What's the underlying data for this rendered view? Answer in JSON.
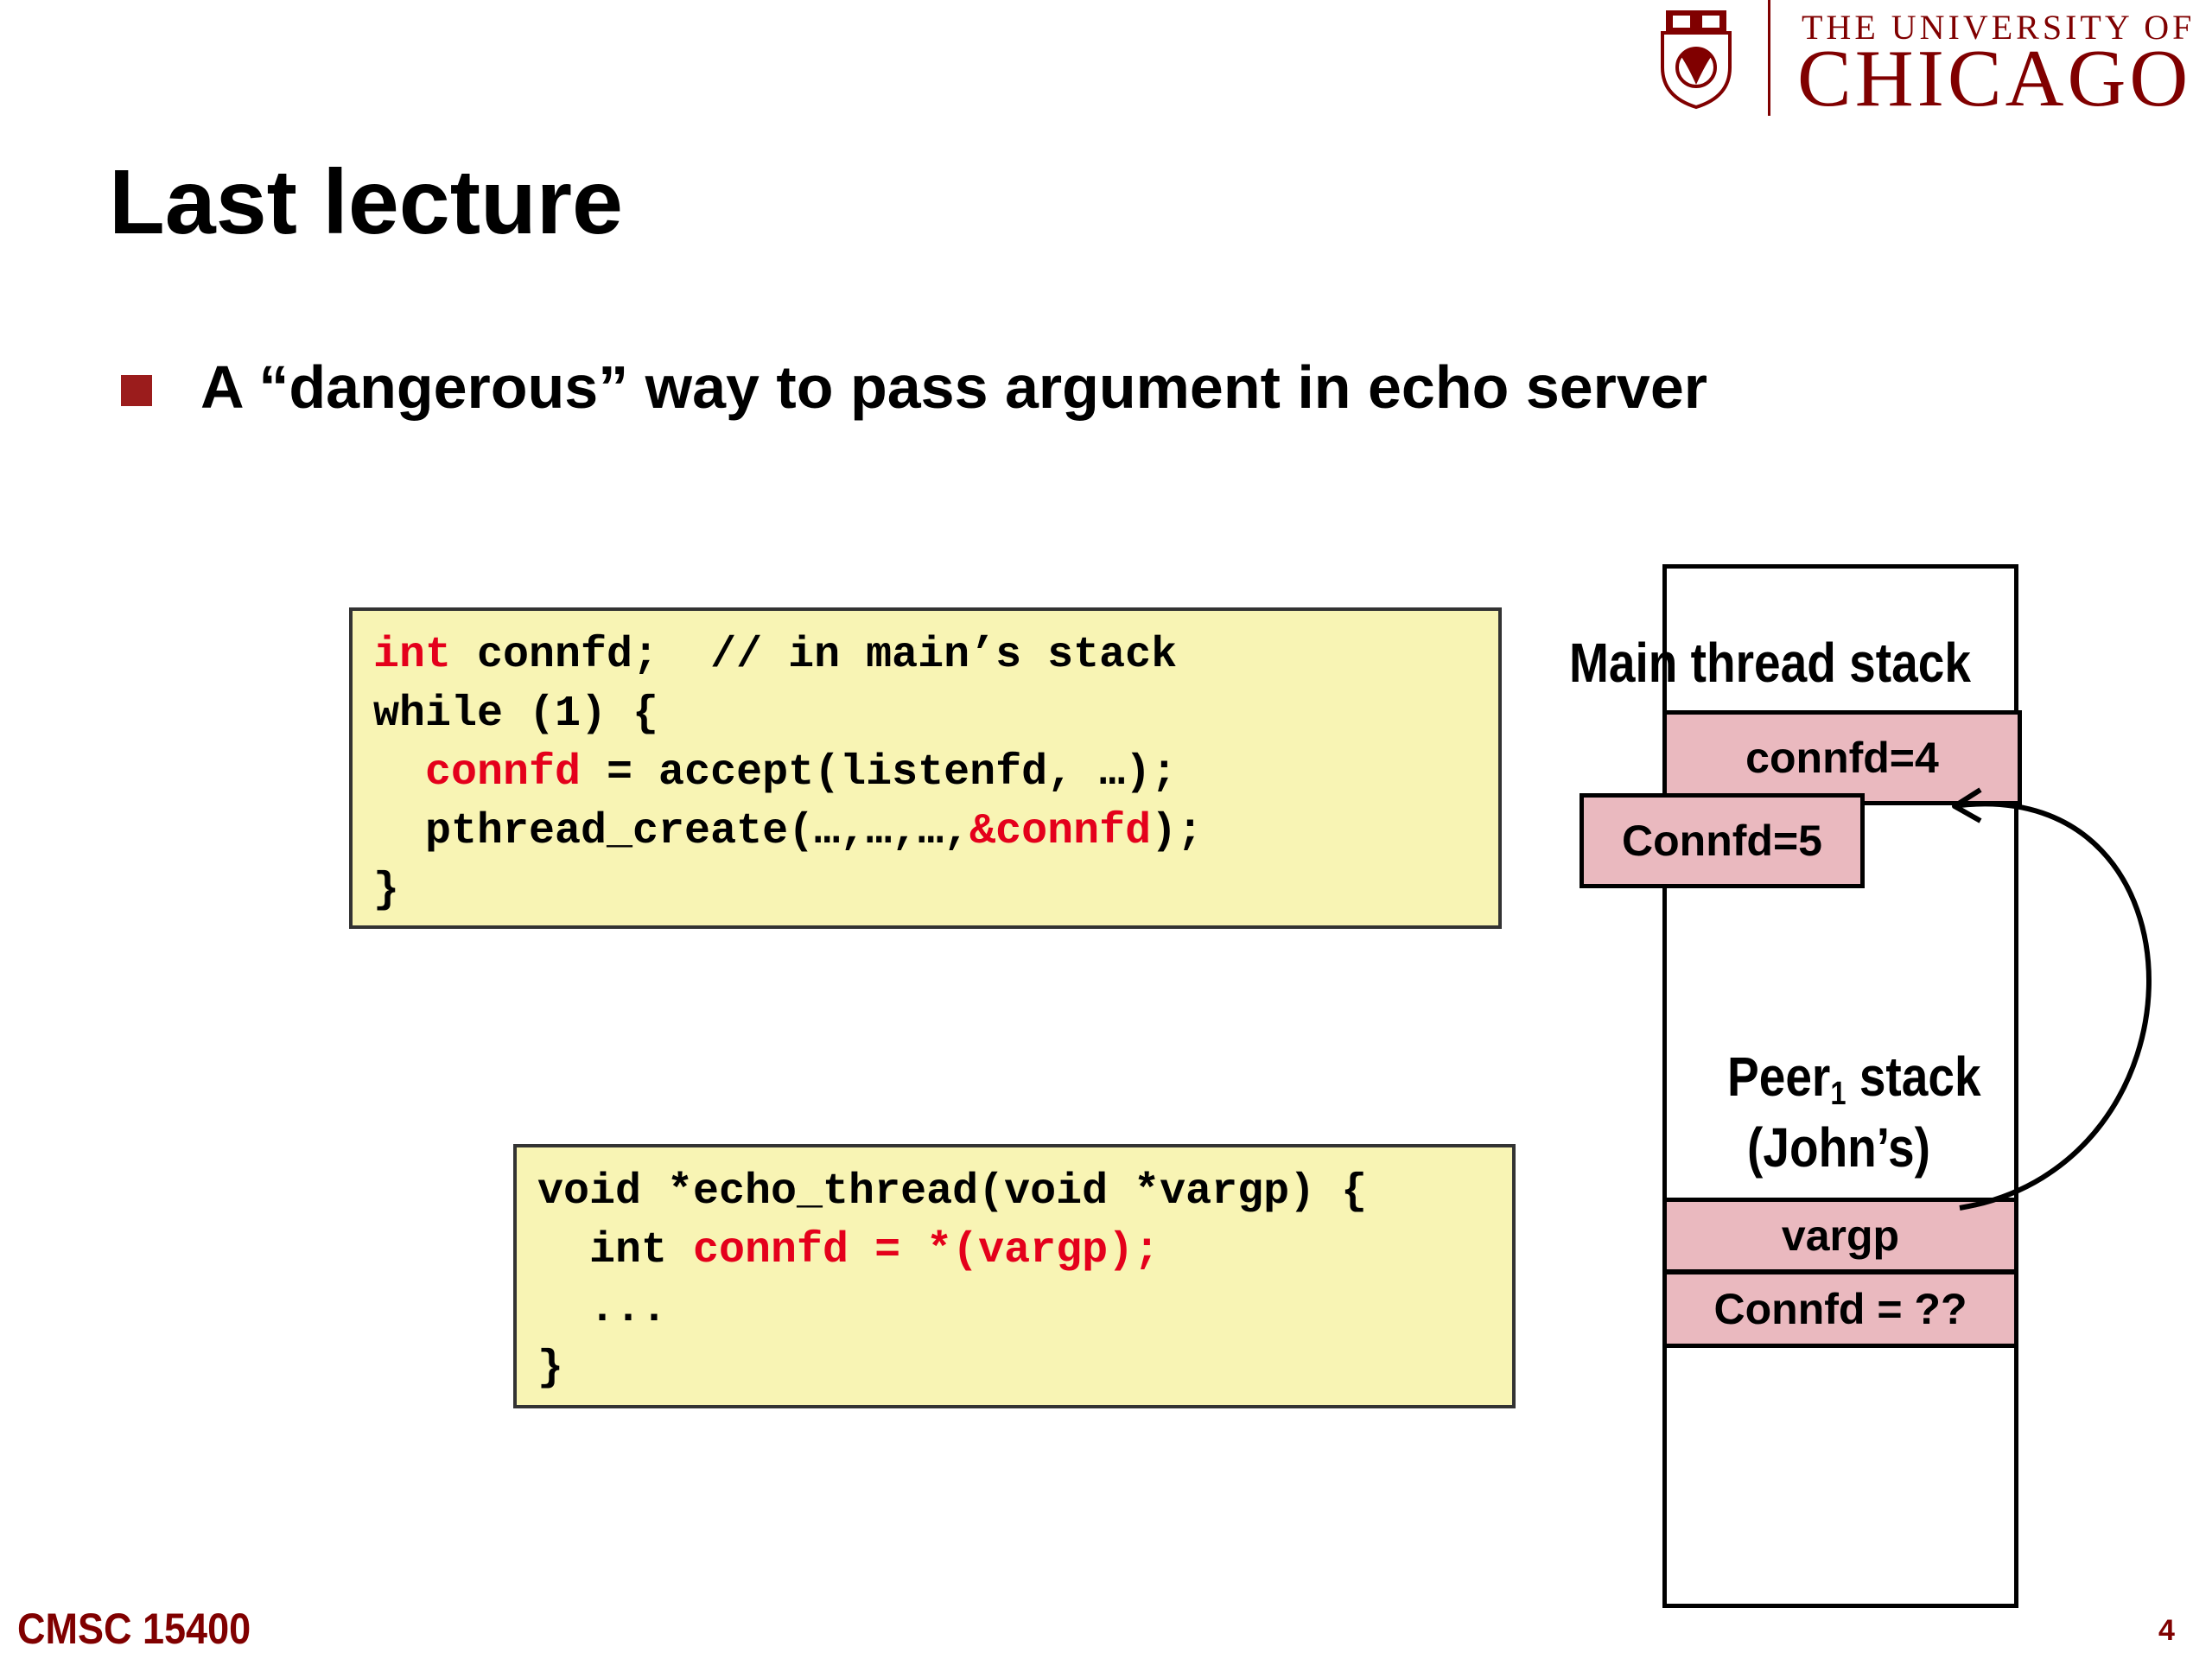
{
  "logo": {
    "line1": "THE UNIVERSITY OF",
    "line2": "CHICAGO",
    "brand_color": "#800000"
  },
  "slide": {
    "title": "Last lecture",
    "bullet": "A “dangerous” way to pass argument in echo server",
    "bullet_color": "#9b1c1c"
  },
  "code_main": {
    "l1_kw": "int",
    "l1_rest": " connfd;  // in main’s stack",
    "l2": "while (1) {",
    "l3_indent": "  ",
    "l3_var": "connfd",
    "l3_rest": " = accept(listenfd, …);",
    "l4_pre": "  pthread_create(…,…,…,",
    "l4_arg": "&connfd",
    "l4_post": ");",
    "l5": "}"
  },
  "code_echo": {
    "l1": "void *echo_thread(void *vargp) {",
    "l2_pre": "  int ",
    "l2_red": "connfd = *(vargp);",
    "l3": "  ...",
    "l4": "}"
  },
  "stack": {
    "main_label": "Main thread stack",
    "connfd4": "connfd=4",
    "connfd5": "Connfd=5",
    "peer_label_a": "Peer",
    "peer_sub": "1",
    "peer_label_b": " stack",
    "peer_owner": "(John’s)",
    "vargp": "vargp",
    "connfd_unknown": "Connfd = ??",
    "cell_color": "#eab9bf"
  },
  "footer": {
    "course": "CMSC 15400",
    "page": "4"
  }
}
